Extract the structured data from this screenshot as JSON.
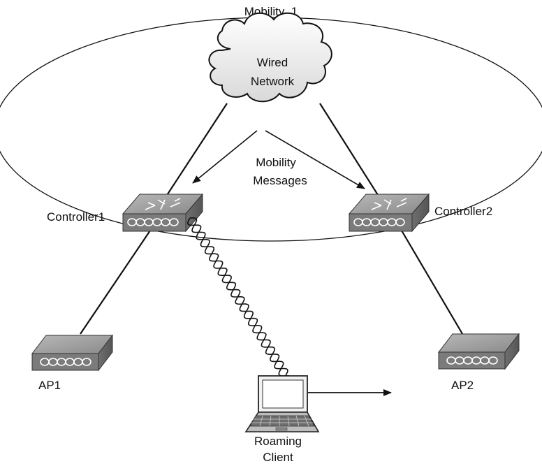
{
  "diagram": {
    "group_label": "Mobility_1",
    "cloud_label_line1": "Wired",
    "cloud_label_line2": "Network",
    "messages_label_line1": "Mobility",
    "messages_label_line2": "Messages",
    "controller1_label": "Controller1",
    "controller2_label": "Controller2",
    "ap1_label": "AP1",
    "ap2_label": "AP2",
    "client_label_line1": "Roaming",
    "client_label_line2": "Client"
  }
}
